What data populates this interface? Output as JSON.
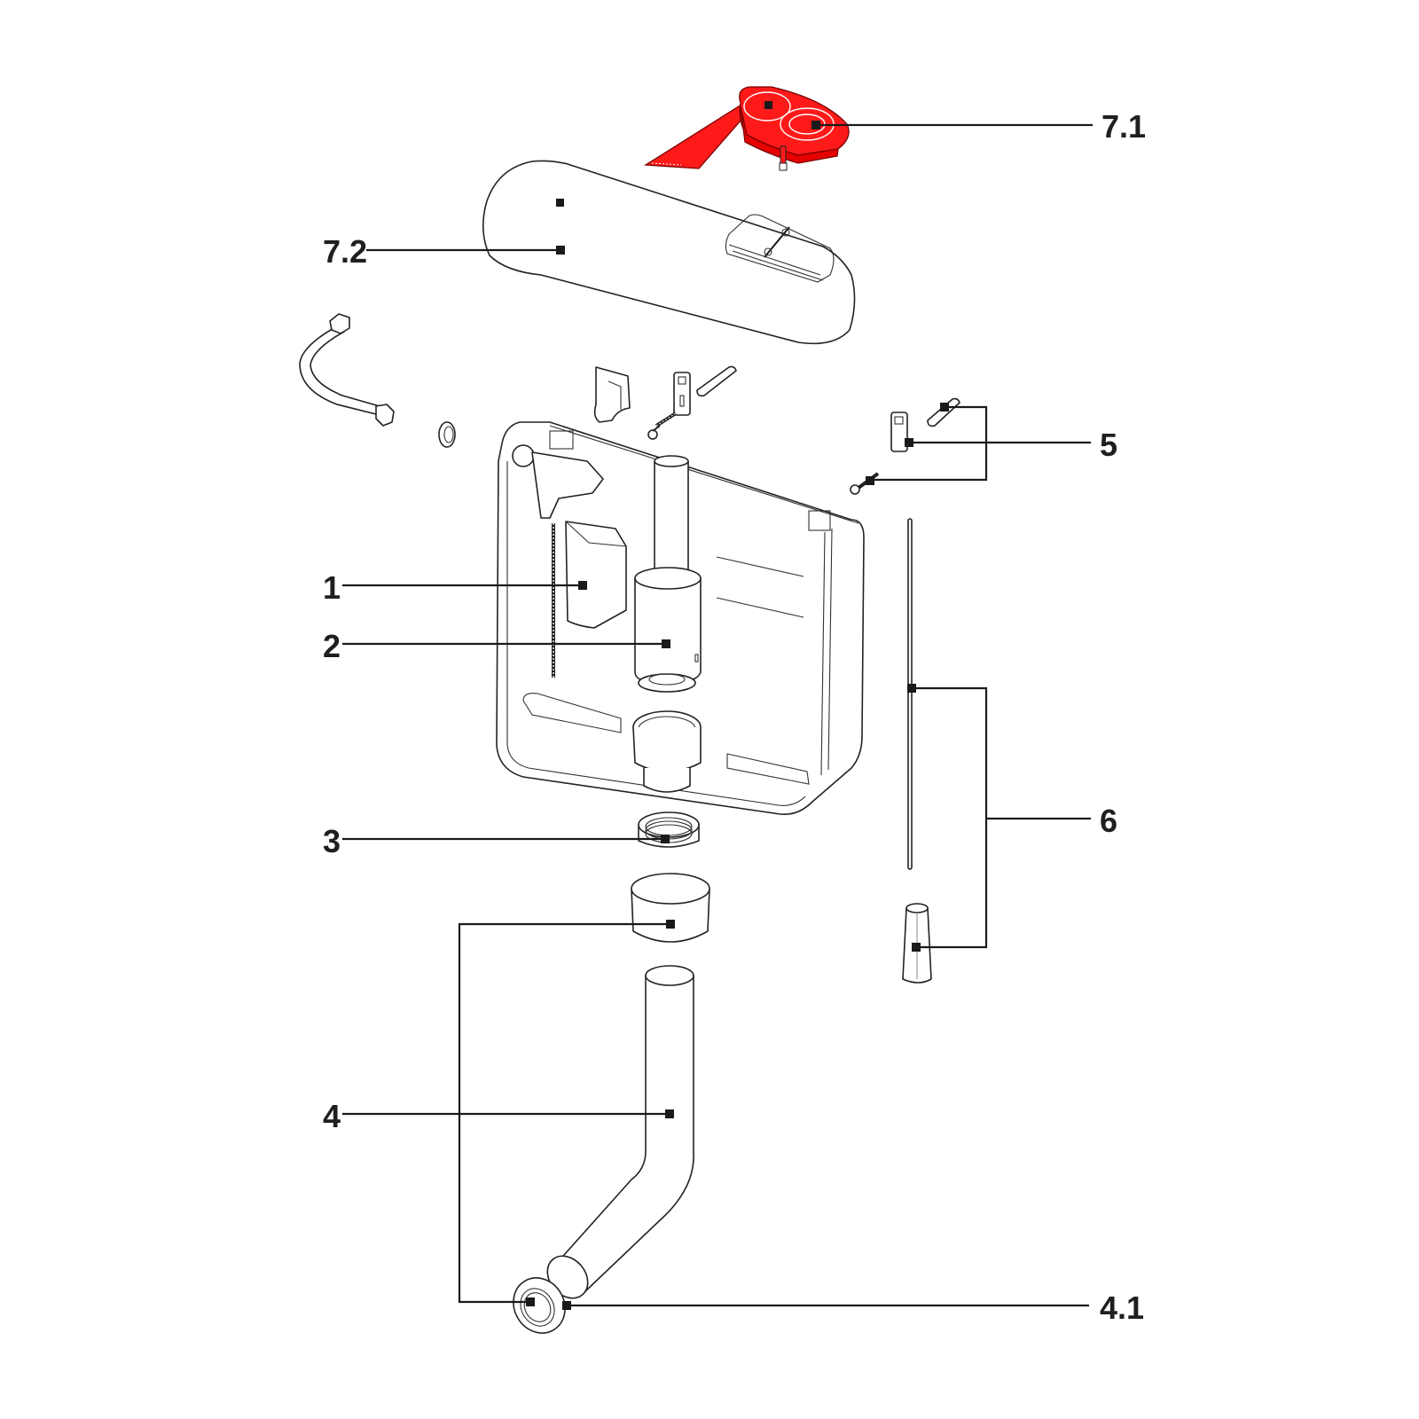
{
  "diagram": {
    "type": "exploded-parts-view",
    "accent_color": "#ff1a1a",
    "callouts": [
      {
        "id": "c71",
        "label": "7.1",
        "part": "flush-button"
      },
      {
        "id": "c72",
        "label": "7.2",
        "part": "tank-lid"
      },
      {
        "id": "c5",
        "label": "5",
        "part": "wall-mount-fixings"
      },
      {
        "id": "c1",
        "label": "1",
        "part": "fill-valve"
      },
      {
        "id": "c2",
        "label": "2",
        "part": "flush-valve"
      },
      {
        "id": "c6",
        "label": "6",
        "part": "actuator-rod-and-knob"
      },
      {
        "id": "c3",
        "label": "3",
        "part": "outlet-nut"
      },
      {
        "id": "c4",
        "label": "4",
        "part": "flush-pipe"
      },
      {
        "id": "c41",
        "label": "4.1",
        "part": "pipe-nut-and-cone-seal"
      }
    ]
  }
}
